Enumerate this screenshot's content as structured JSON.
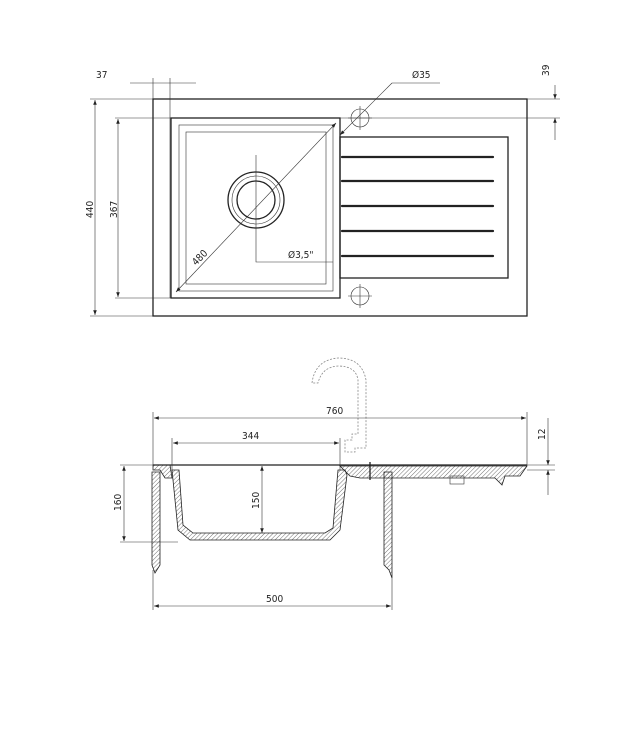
{
  "top_view": {
    "dims": {
      "rim_offset": "37",
      "tap_hole_diameter": "Ø35",
      "tap_hole_offset": "39",
      "overall_depth": "440",
      "bowl_depth": "367",
      "bowl_diagonal": "480",
      "drain_diameter": "Ø3,5\""
    }
  },
  "side_view": {
    "dims": {
      "overall_width": "760",
      "bowl_width": "344",
      "rim_thickness": "12",
      "overall_height": "160",
      "bowl_depth": "150",
      "cabinet_width": "500"
    }
  }
}
